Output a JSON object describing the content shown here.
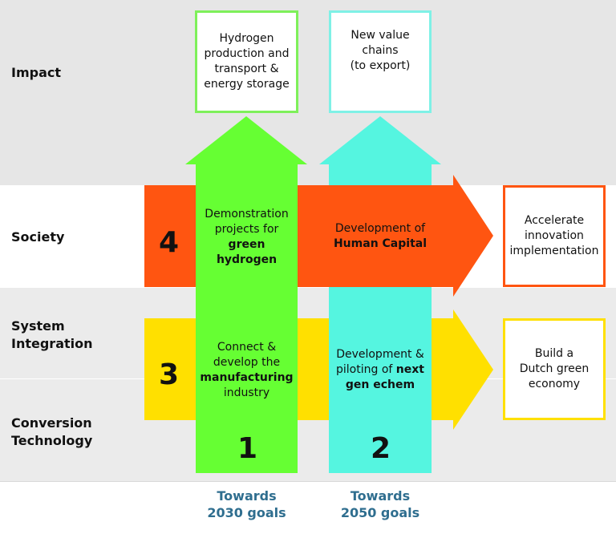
{
  "rows": {
    "impact": "Impact",
    "society": "Society",
    "system_line1": "System",
    "system_line2": "Integration",
    "conversion_line1": "Conversion",
    "conversion_line2": "Technology"
  },
  "impact_boxes": {
    "hydrogen": [
      "Hydrogen",
      "production and",
      "transport &",
      "energy storage"
    ],
    "value_chains": [
      "New value",
      "chains",
      "(to export)"
    ]
  },
  "arrows": {
    "arrow1": {
      "number": "1",
      "line1": "Demonstration",
      "line2": "projects for",
      "line3": "green",
      "line4": "hydrogen"
    },
    "arrow2": {
      "number": "2",
      "line1": "Development &",
      "line2": "piloting of",
      "line2_bold": "next",
      "line3": "gen echem"
    },
    "arrow3": {
      "number": "3",
      "line1": "Connect &",
      "line2": "develop the",
      "line3": "manufacturing",
      "line4": "industry"
    },
    "arrow4": {
      "number": "4",
      "line1": "Development of",
      "line2": "Human Capital"
    }
  },
  "outcome_boxes": {
    "innovation": [
      "Accelerate",
      "innovation",
      "implementation"
    ],
    "economy": [
      "Build a",
      "Dutch green",
      "economy"
    ]
  },
  "goals": {
    "goal_2030_line1": "Towards",
    "goal_2030_line2": "2030 goals",
    "goal_2050_line1": "Towards",
    "goal_2050_line2": "2050 goals"
  },
  "colors": {
    "green": "#66ff33",
    "cyan": "#55f5e0",
    "orange": "#ff5511",
    "yellow": "#ffe000",
    "goal_text": "#2f6e8f"
  }
}
